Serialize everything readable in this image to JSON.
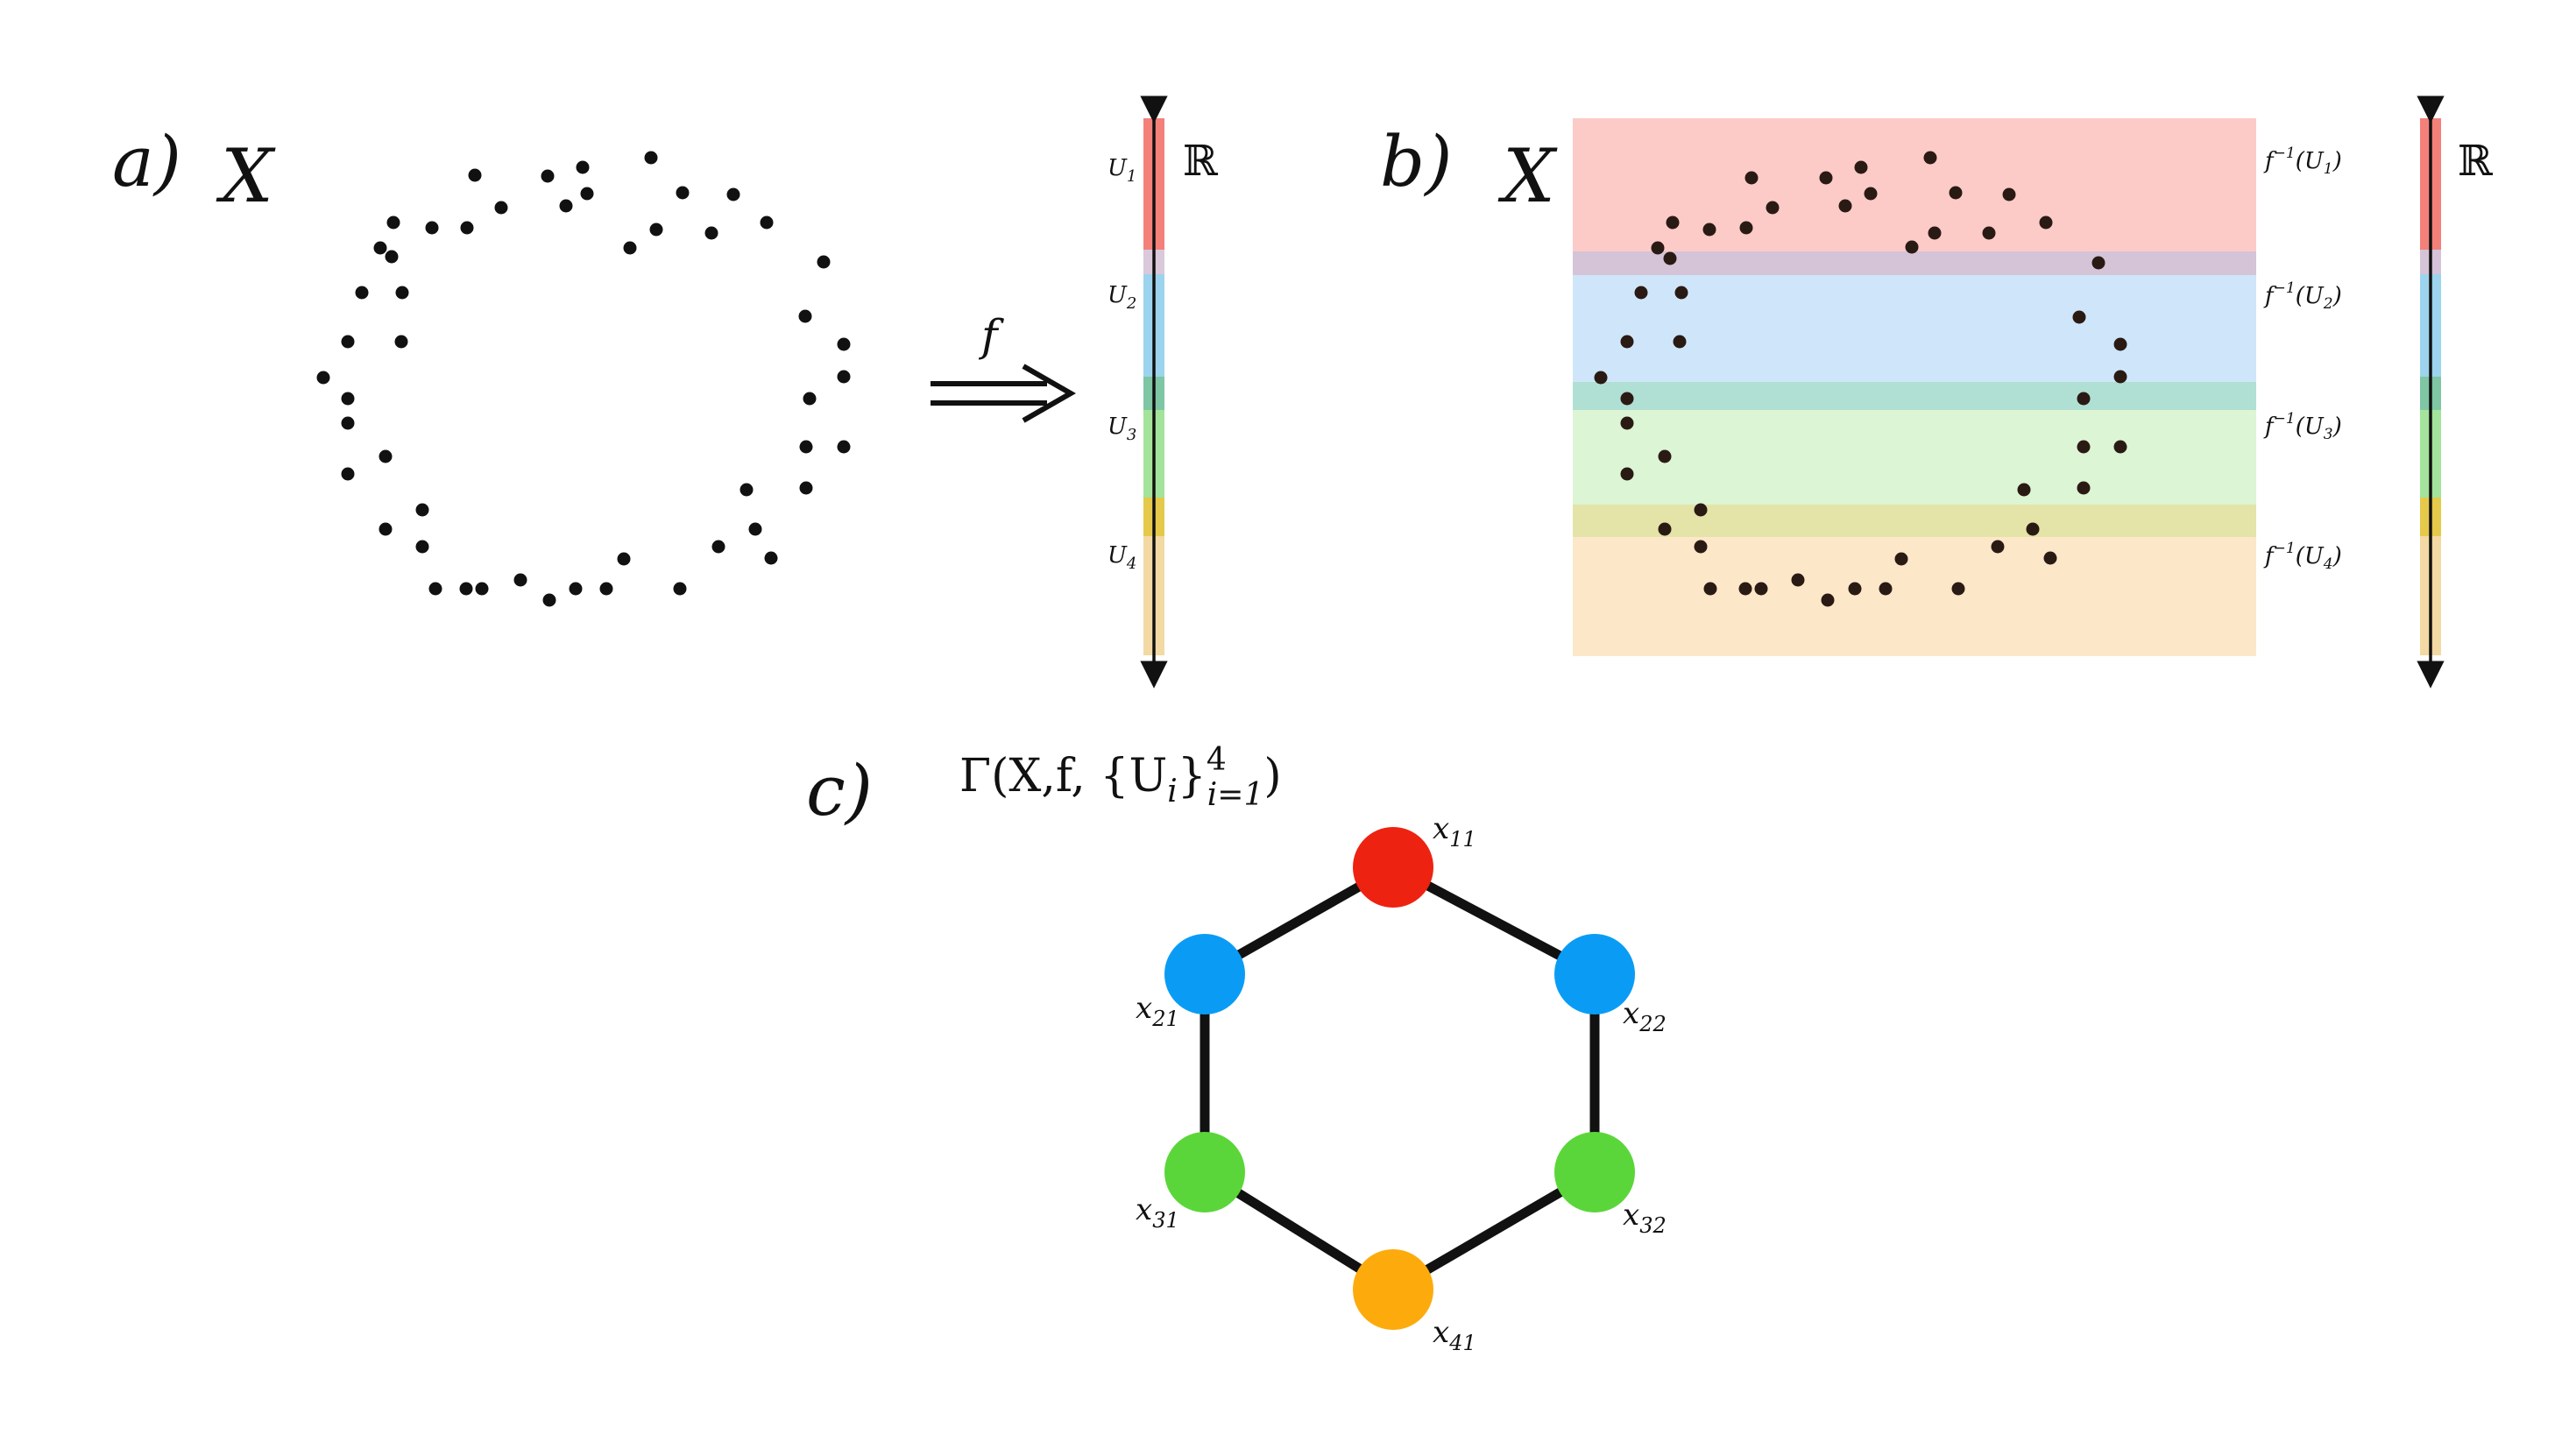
{
  "panel_a": {
    "label": "a)",
    "space_label": "X",
    "map_label": "f",
    "real_line_label": "ℝ",
    "cover_labels": [
      {
        "base": "U",
        "sub": "1"
      },
      {
        "base": "U",
        "sub": "2"
      },
      {
        "base": "U",
        "sub": "3"
      },
      {
        "base": "U",
        "sub": "4"
      }
    ]
  },
  "panel_b": {
    "label": "b)",
    "space_label": "X",
    "real_line_label": "ℝ",
    "preimage_labels": [
      {
        "pre": "f",
        "sup": "−1",
        "open": "(U",
        "sub": "1",
        "close": ")"
      },
      {
        "pre": "f",
        "sup": "−1",
        "open": "(U",
        "sub": "2",
        "close": ")"
      },
      {
        "pre": "f",
        "sup": "−1",
        "open": "(U",
        "sub": "3",
        "close": ")"
      },
      {
        "pre": "f",
        "sup": "−1",
        "open": "(U",
        "sub": "4",
        "close": ")"
      }
    ]
  },
  "panel_c": {
    "label": "c)",
    "graph_title": {
      "prefix": "Γ(X,f, {U",
      "sub_i": "i",
      "close": "}",
      "sup": "4",
      "sub_range": "i=1",
      "suffix": ")"
    },
    "nodes": [
      {
        "id": "x11",
        "base": "x",
        "sub": "11",
        "color": "#ee2211"
      },
      {
        "id": "x21",
        "base": "x",
        "sub": "21",
        "color": "#0a9cf5"
      },
      {
        "id": "x22",
        "base": "x",
        "sub": "22",
        "color": "#0a9cf5"
      },
      {
        "id": "x31",
        "base": "x",
        "sub": "31",
        "color": "#5bd63a"
      },
      {
        "id": "x32",
        "base": "x",
        "sub": "32",
        "color": "#5bd63a"
      },
      {
        "id": "x41",
        "base": "x",
        "sub": "41",
        "color": "#fdab0c"
      }
    ]
  },
  "colors": {
    "U1": "#f4807a",
    "U2": "#9cd4ee",
    "U3": "#a4e39b",
    "U4": "#f3d9a3",
    "band_U1": "#fccbc7",
    "band_U1_U2": "#d5c3d7",
    "band_U2": "#cfe6fa",
    "band_U2_U3": "#b0e0d3",
    "band_U3": "#dcf5d4",
    "band_U3_U4": "#e4e3a8",
    "band_U4": "#fde7c9"
  }
}
